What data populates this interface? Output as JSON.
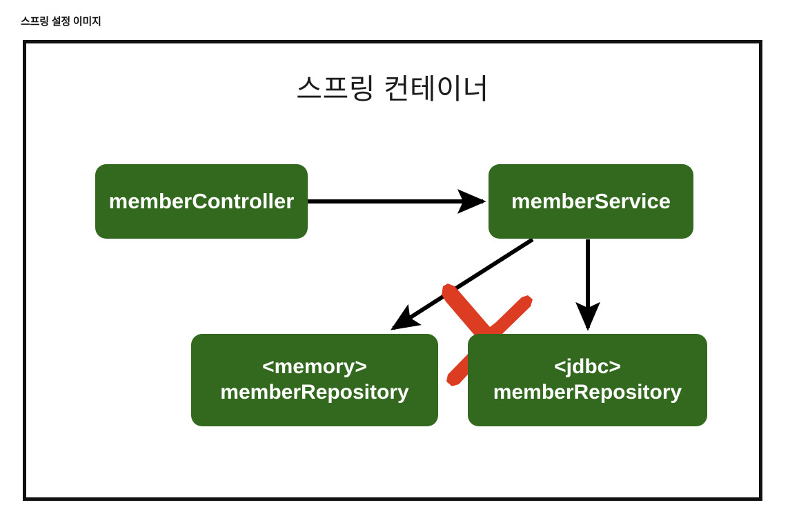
{
  "page": {
    "heading": "스프링 설정 이미지"
  },
  "diagram": {
    "title": "스프링 컨테이너",
    "frame_border_color": "#111111",
    "bean_color": "#33691e",
    "bean_text_color": "#ffffff",
    "connector_color": "#000000",
    "cross_mark_color": "#dc3c22",
    "boxes": [
      {
        "id": "memberController",
        "lines": [
          "memberController"
        ]
      },
      {
        "id": "memberService",
        "lines": [
          "memberService"
        ]
      },
      {
        "id": "memoryRepository",
        "lines": [
          "<memory>",
          "memberRepository"
        ]
      },
      {
        "id": "jdbcRepository",
        "lines": [
          "<jdbc>",
          "memberRepository"
        ]
      }
    ],
    "connectors": [
      {
        "id": "controller-to-service",
        "from": "memberController",
        "to": "memberService",
        "style": "solid-arrow",
        "disabled": false
      },
      {
        "id": "service-to-memory",
        "from": "memberService",
        "to": "memoryRepository",
        "style": "solid-arrow",
        "disabled": true
      },
      {
        "id": "service-to-jdbc",
        "from": "memberService",
        "to": "jdbcRepository",
        "style": "solid-arrow",
        "disabled": false
      }
    ],
    "annotations": [
      {
        "id": "x-mark",
        "symbol": "x-cross",
        "meaning": "connection-removed"
      }
    ]
  }
}
